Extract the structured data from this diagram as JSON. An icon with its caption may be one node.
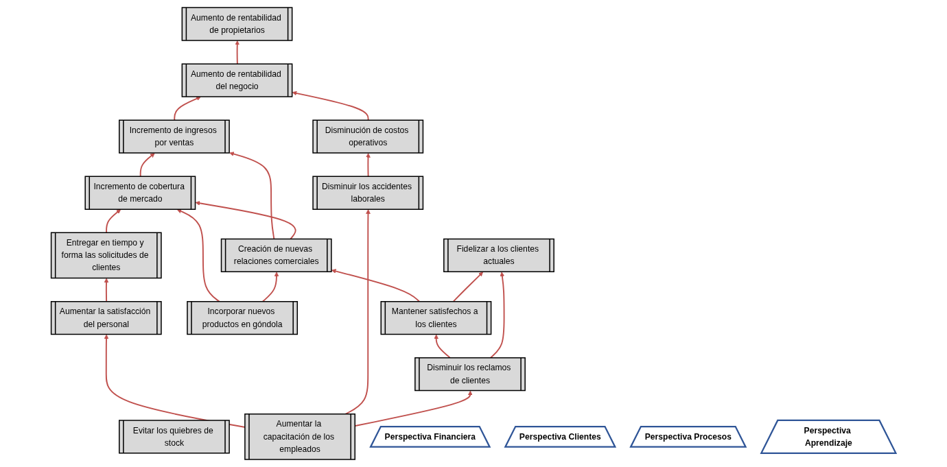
{
  "diagram": {
    "nodes": [
      {
        "text": [
          "Perspectiva Financiera"
        ]
      },
      {
        "text": [
          "Aumento de rentabilidad de propietarios"
        ]
      },
      {
        "text": [
          "Aumento de rentabilidad del negocio"
        ]
      },
      {
        "text": [
          "Incremento de ingresos por ventas"
        ]
      },
      {
        "text": [
          "Disminución de costos operativos"
        ]
      },
      {
        "text": [
          "Perspectiva Clientes"
        ]
      },
      {
        "text": [
          "Incremento de cobertura de mercado"
        ]
      },
      {
        "text": [
          "Creación de nuevas relaciones comerciales"
        ]
      },
      {
        "text": [
          "Mantener satisfechos a los clientes"
        ]
      },
      {
        "text": [
          "Fidelizar a los clientes actuales"
        ]
      },
      {
        "text": [
          "Perspectiva Procesos"
        ]
      },
      {
        "text": [
          "Entregar en tiempo y forma las solicitudes de clientes"
        ]
      },
      {
        "text": [
          "Incorporar nuevos productos en góndola"
        ]
      },
      {
        "text": [
          "Evitar los quiebres de stock"
        ]
      },
      {
        "text": [
          "Disminuir los reclamos de clientes"
        ]
      },
      {
        "text": [
          "Perspectiva Aprendizaje"
        ]
      },
      {
        "text": [
          "Aumentar la satisfacción del personal"
        ]
      },
      {
        "text": [
          "Aumentar la capacitación de los empleados"
        ]
      },
      {
        "text": [
          "Disminuir los accidentes laborales"
        ]
      }
    ],
    "edges": [
      {
        "from": 2,
        "to": 1,
        "arrow": "to"
      },
      {
        "from": 3,
        "to": 2,
        "arrow": "to"
      },
      {
        "from": 4,
        "to": 2,
        "arrow": "to"
      },
      {
        "from": 6,
        "to": 3,
        "arrow": "to"
      },
      {
        "from": 7,
        "to": 3,
        "arrow": "to"
      },
      {
        "from": 7,
        "to": 6,
        "arrow": "to"
      },
      {
        "from": 8,
        "to": 7,
        "arrow": "to"
      },
      {
        "from": 8,
        "to": 9,
        "arrow": "to"
      },
      {
        "from": 11,
        "to": 6,
        "arrow": "to"
      },
      {
        "from": 12,
        "to": 6,
        "arrow": "to"
      },
      {
        "from": 12,
        "to": 7,
        "arrow": "to"
      },
      {
        "from": 14,
        "to": 8,
        "arrow": "to"
      },
      {
        "from": 14,
        "to": 9,
        "arrow": "to"
      },
      {
        "from": 16,
        "to": 11,
        "arrow": "to"
      },
      {
        "from": 17,
        "to": 16,
        "arrow": "to"
      },
      {
        "from": 17,
        "to": 18,
        "arrow": "to"
      },
      {
        "from": 17,
        "to": 14,
        "arrow": "to"
      },
      {
        "from": 18,
        "to": 4,
        "arrow": "to"
      }
    ]
  }
}
